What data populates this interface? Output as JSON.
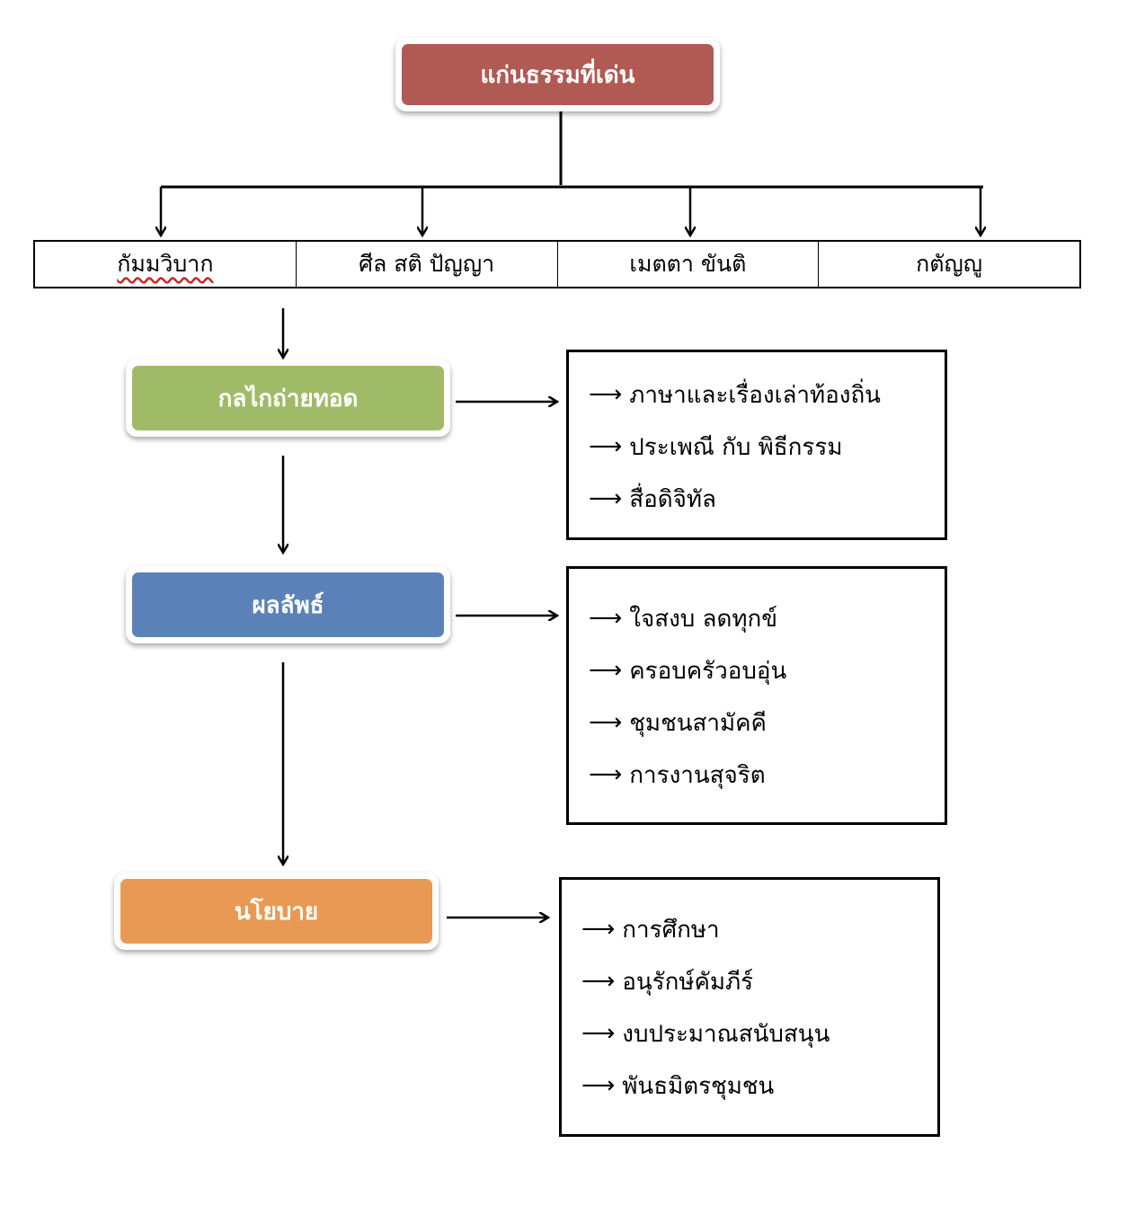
{
  "root": {
    "label": "แก่นธรรมที่เด่น",
    "color": "#b15a54"
  },
  "virtues": [
    {
      "label": "กัมมวิบาก",
      "flagged_spelling": true
    },
    {
      "label": "ศีล สติ ปัญญา",
      "flagged_spelling": false
    },
    {
      "label": "เมตตา ขันติ",
      "flagged_spelling": false
    },
    {
      "label": "กตัญญู",
      "flagged_spelling": false
    }
  ],
  "stages": [
    {
      "label": "กลไกถ่ายทอด",
      "color": "#a0bb67",
      "items": [
        "ภาษาและเรื่องเล่าท้องถิ่น",
        "ประเพณี กับ พิธีกรรม",
        "สื่อดิจิทัล"
      ]
    },
    {
      "label": "ผลลัพธ์",
      "color": "#5b82b8",
      "items": [
        "ใจสงบ ลดทุกข์",
        "ครอบครัวอบอุ่น",
        "ชุมชนสามัคคี",
        "การงานสุจริต"
      ]
    },
    {
      "label": "นโยบาย",
      "color": "#e89a55",
      "items": [
        "การศึกษา",
        "อนุรักษ์คัมภีร์",
        "งบประมาณสนับสนุน",
        "พันธมิตรชุมชน"
      ]
    }
  ],
  "arrow_glyph": "⟶"
}
